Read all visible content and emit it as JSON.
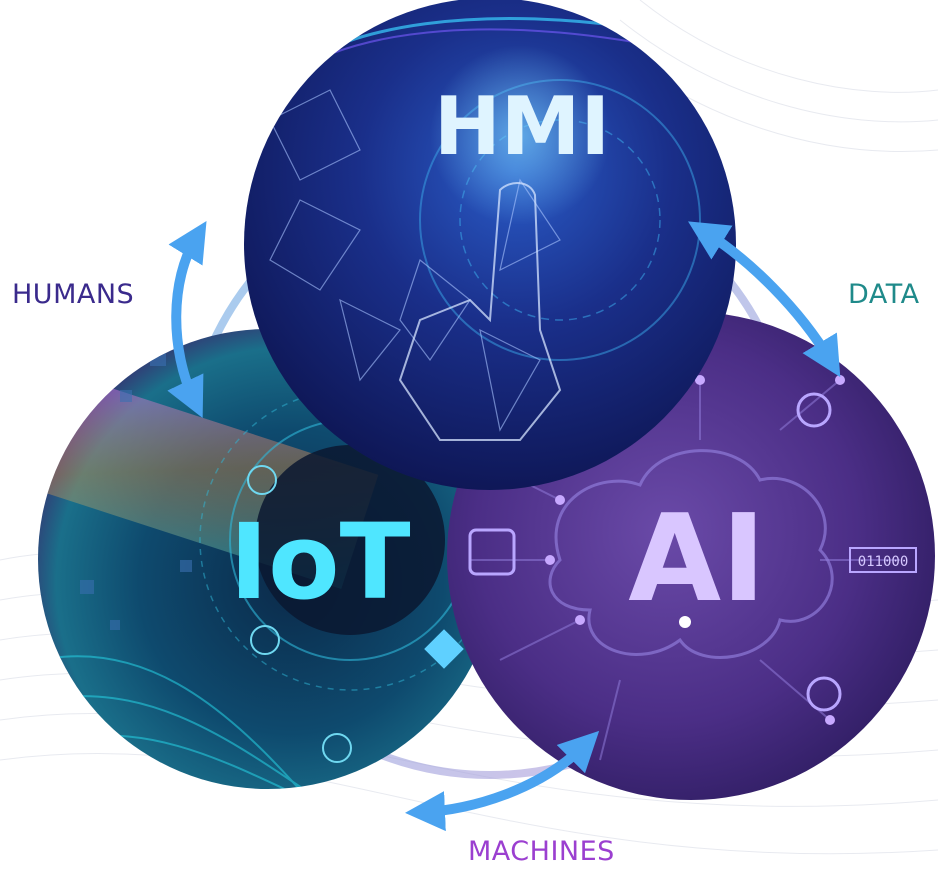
{
  "nodes": {
    "hmi": {
      "title": "HMI"
    },
    "iot": {
      "title": "IoT"
    },
    "ai": {
      "title": "AI",
      "binary_text": "011000"
    }
  },
  "labels": {
    "humans": "HUMANS",
    "data": "DATA",
    "machines": "MACHINES"
  },
  "colors": {
    "humans_label": "#3a2a8c",
    "data_label": "#1f8a8a",
    "machines_label": "#9b3fd0",
    "arrow": "#4aa3f0",
    "hmi_text": "#dff4ff",
    "iot_text": "#4fe6ff",
    "ai_text": "#d9c6ff"
  }
}
